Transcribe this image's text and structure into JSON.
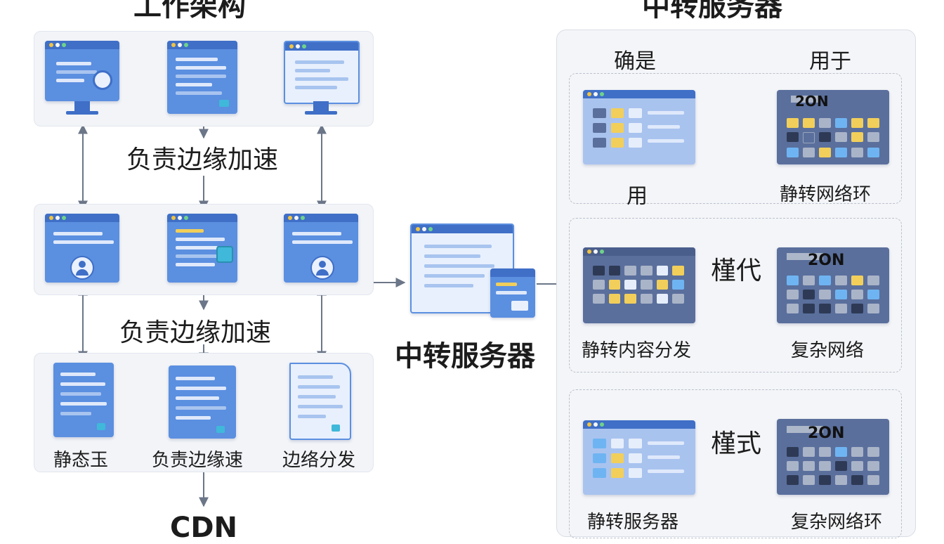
{
  "headings": {
    "left": "工作架构",
    "right": "中转服务器"
  },
  "left_labels": {
    "edge_accel_top": "负责边缘加速",
    "edge_accel_mid": "负责边缘加速",
    "bottom_1": "静态玉",
    "bottom_2": "负责边缘速",
    "bottom_3": "边络分发",
    "cdn": "CDN"
  },
  "center": {
    "relay_server": "中转服务器"
  },
  "right_labels": {
    "col_left_header": "确是",
    "col_right_header": "用于",
    "use": "用",
    "static_network_ring": "静转网络环",
    "mode_a": "槿代",
    "mode_b": "槿式",
    "static_content_dist": "静转内容分发",
    "complex_network": "复杂网络",
    "static_server": "静转服务器",
    "complex_network_ring": "复杂网络环"
  },
  "dashboard_badge": {
    "top": "2ON",
    "mid": "2ON",
    "bottom": "2ON"
  },
  "colors": {
    "card_blue": "#5b8fe0",
    "card_dark": "#3f6fc7",
    "dashboard_bg": "#5a6f9c",
    "accent_yellow": "#f2cf5a",
    "arrow": "#6b7688"
  }
}
